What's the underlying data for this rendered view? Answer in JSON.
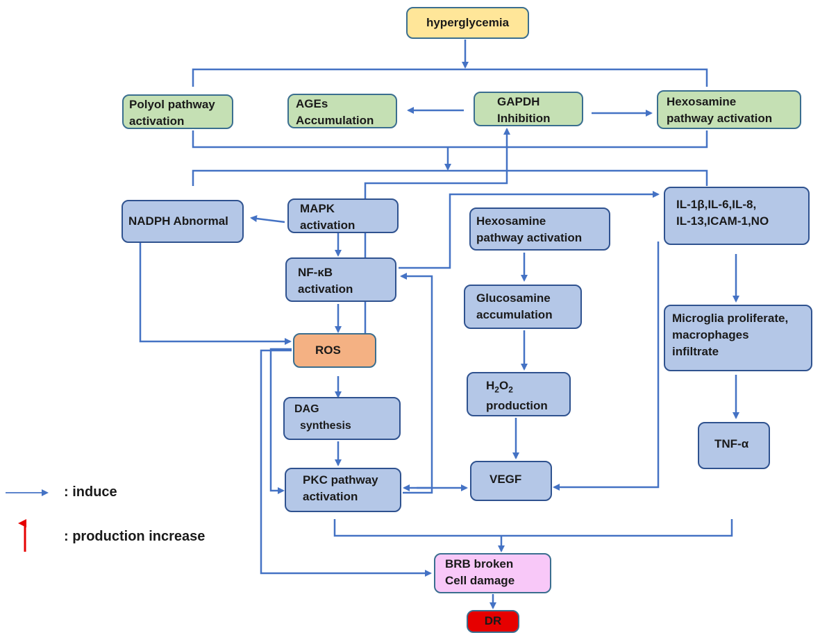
{
  "nodes": {
    "hyperglycemia": "hyperglycemia",
    "polyol": [
      "Polyol pathway",
      "activation"
    ],
    "ages": [
      "AGEs",
      "Accumulation"
    ],
    "gapdh": [
      "GAPDH",
      "Inhibition"
    ],
    "hexosamine_top": [
      "Hexosamine",
      "pathway activation"
    ],
    "nadph": "NADPH Abnormal",
    "mapk": [
      "MAPK",
      "activation"
    ],
    "nfkb": [
      "NF-κB",
      "activation"
    ],
    "ros": "ROS",
    "dag": [
      "DAG",
      "synthesis"
    ],
    "pkc": [
      "PKC pathway",
      "activation"
    ],
    "hexosamine_mid": [
      "Hexosamine",
      "pathway activation"
    ],
    "glucosamine": [
      "Glucosamine",
      "accumulation"
    ],
    "h2o2": [
      "H2O2",
      "production"
    ],
    "vegf": "VEGF",
    "cytokines": [
      "IL-1β,IL-6,IL-8,",
      "IL-13,ICAM-1,NO"
    ],
    "microglia": [
      "Microglia proliferate,",
      "macrophages",
      "infiltrate"
    ],
    "tnf": "TNF-α",
    "brb": [
      "BRB broken",
      "Cell damage"
    ],
    "dr": "DR"
  },
  "legend": {
    "induce": ": induce",
    "production_increase": ": production increase"
  },
  "colors": {
    "line": "#4472c4",
    "increase_arrow": "#e60000"
  }
}
